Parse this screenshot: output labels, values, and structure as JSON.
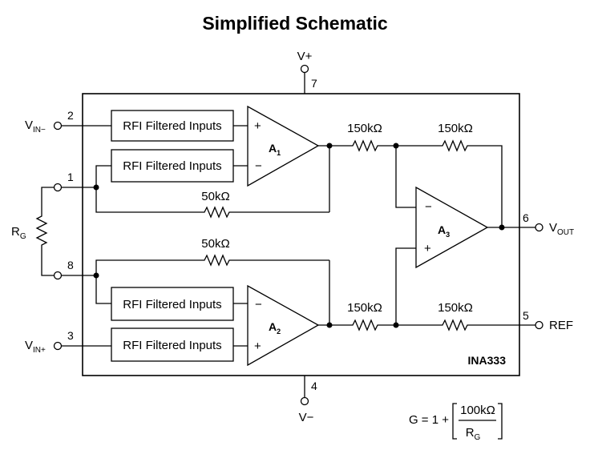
{
  "title": "Simplified Schematic",
  "part_name": "INA333",
  "supply": {
    "vpos": "V+",
    "vpos_pin": "7",
    "vneg": "V−",
    "vneg_pin": "4"
  },
  "inputs": {
    "vin_minus": {
      "main": "V",
      "sub": "IN−",
      "pin": "2"
    },
    "vin_plus": {
      "main": "V",
      "sub": "IN+",
      "pin": "3"
    }
  },
  "gain_resistor": {
    "main": "R",
    "sub": "G",
    "pin_top": "1",
    "pin_bottom": "8"
  },
  "rfi_blocks": [
    "RFI Filtered Inputs",
    "RFI Filtered Inputs",
    "RFI Filtered Inputs",
    "RFI Filtered Inputs"
  ],
  "opamps": {
    "a1": {
      "main": "A",
      "sub": "1",
      "plus": "+",
      "minus": "−"
    },
    "a2": {
      "main": "A",
      "sub": "2",
      "plus": "+",
      "minus": "−"
    },
    "a3": {
      "main": "A",
      "sub": "3",
      "plus": "+",
      "minus": "−"
    }
  },
  "resistors": {
    "feedback_top": "50kΩ",
    "feedback_bottom": "50kΩ",
    "r_in_top": "150kΩ",
    "r_fb_top": "150kΩ",
    "r_in_bottom": "150kΩ",
    "r_ref_bottom": "150kΩ"
  },
  "outputs": {
    "vout": {
      "main": "V",
      "sub": "OUT",
      "pin": "6"
    },
    "ref": {
      "label": "REF",
      "pin": "5"
    }
  },
  "gain_formula": {
    "prefix": "G = 1 +",
    "numerator": "100kΩ",
    "denominator_main": "R",
    "denominator_sub": "G"
  }
}
